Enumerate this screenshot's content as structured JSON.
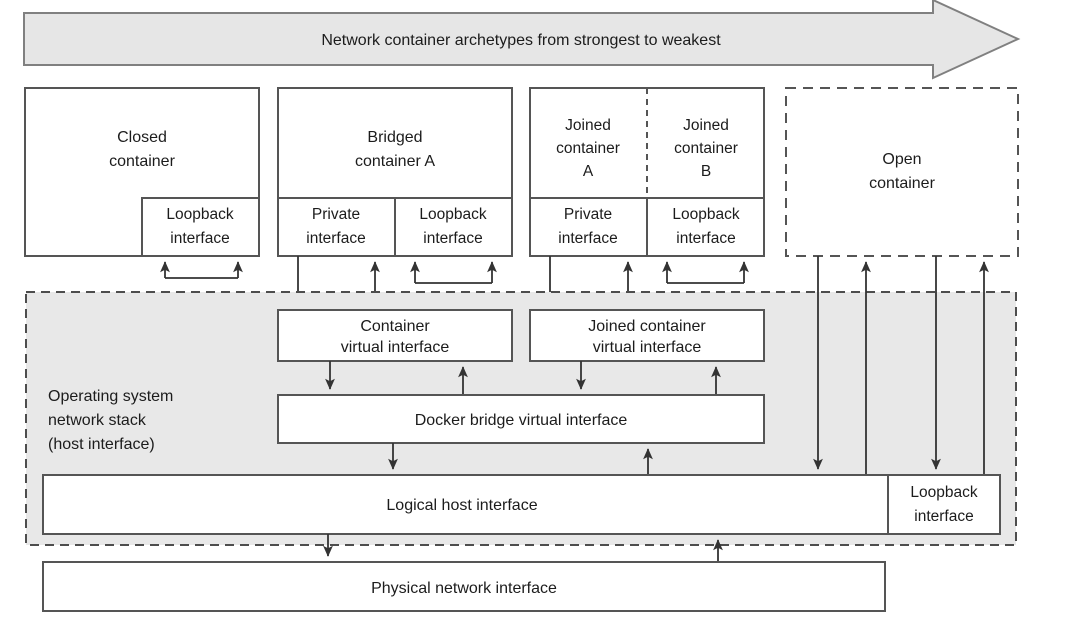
{
  "figure": {
    "title": "Network container archetypes from strongest to weakest",
    "colors": {
      "banner_fill": "#e6e6e6",
      "banner_stroke": "#808080",
      "box_fill": "#ffffff",
      "box_stroke": "#555555",
      "os_region_fill": "#e8e8e8",
      "os_region_stroke": "#4d4d4d",
      "text": "#1c1c1c",
      "arrow": "#333333",
      "page_background": "#ffffff"
    }
  },
  "banner": {
    "label": "Network container archetypes from strongest to weakest"
  },
  "containers": [
    {
      "id": "closed-container",
      "title_line1": "Closed",
      "title_line2": "container",
      "style": "solid",
      "interfaces": [
        {
          "id": "closed-loopback",
          "line1": "Loopback",
          "line2": "interface"
        }
      ]
    },
    {
      "id": "bridged-container-a",
      "title_line1": "Bridged",
      "title_line2": "container A",
      "style": "solid",
      "interfaces": [
        {
          "id": "bridged-private",
          "line1": "Private",
          "line2": "interface"
        },
        {
          "id": "bridged-loopback",
          "line1": "Loopback",
          "line2": "interface"
        }
      ]
    },
    {
      "id": "joined-containers",
      "style": "solid-split",
      "halves": [
        {
          "id": "joined-container-a",
          "line1": "Joined",
          "line2": "container",
          "line3": "A"
        },
        {
          "id": "joined-container-b",
          "line1": "Joined",
          "line2": "container",
          "line3": "B"
        }
      ],
      "interfaces": [
        {
          "id": "joined-private",
          "line1": "Private",
          "line2": "interface"
        },
        {
          "id": "joined-loopback",
          "line1": "Loopback",
          "line2": "interface"
        }
      ]
    },
    {
      "id": "open-container",
      "title_line1": "Open",
      "title_line2": "container",
      "style": "dashed",
      "interfaces": []
    }
  ],
  "os_region": {
    "label_line1": "Operating system",
    "label_line2": "network stack",
    "label_line3": "(host interface)",
    "boxes": [
      {
        "id": "container-virtual-interface",
        "line1": "Container",
        "line2": "virtual interface"
      },
      {
        "id": "joined-container-virtual-interface",
        "line1": "Joined container",
        "line2": "virtual interface"
      },
      {
        "id": "docker-bridge-virtual-interface",
        "line1": "Docker bridge virtual interface",
        "line2": ""
      },
      {
        "id": "logical-host-interface",
        "line1": "Logical host interface",
        "line2": ""
      },
      {
        "id": "host-loopback-interface",
        "line1": "Loopback",
        "line2": "interface"
      }
    ]
  },
  "physical": {
    "id": "physical-network-interface",
    "label": "Physical network interface"
  }
}
